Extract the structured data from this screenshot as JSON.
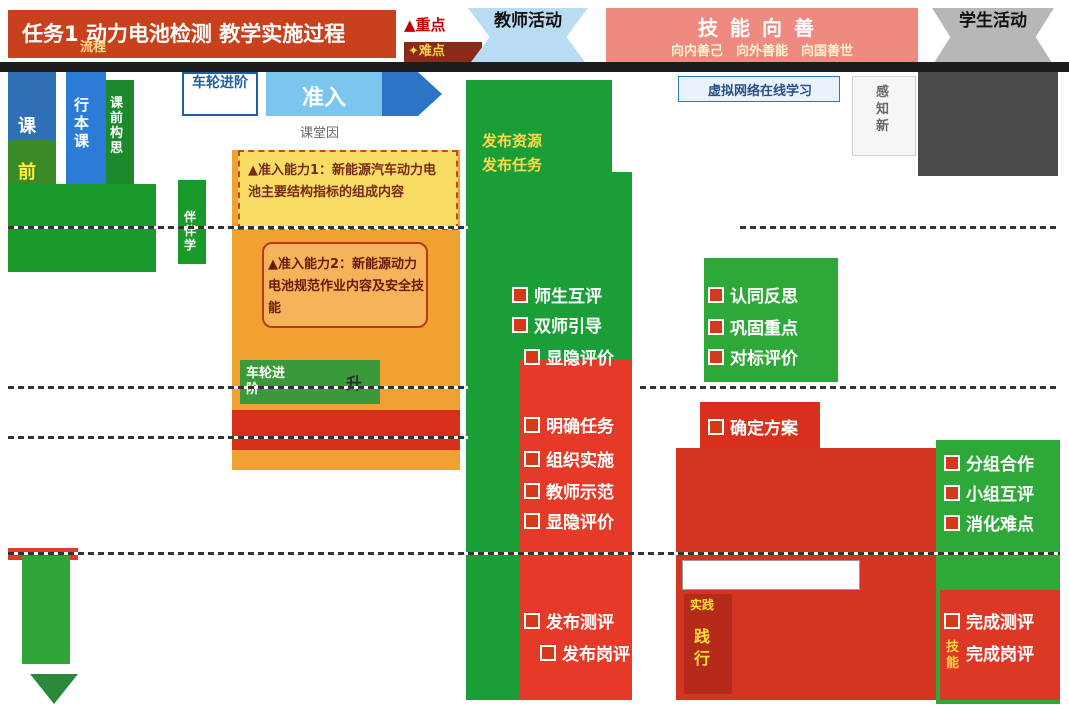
{
  "header": {
    "title": "任务1 动力电池检测 教学实施过程",
    "subtitle": "流程",
    "key_point": "▲重点",
    "difficulty": "✦难点",
    "teacher_activity": "教师活动",
    "skill_title": "技能向善",
    "skill_subtitle": "向内善己　向外善能　向国善世",
    "student_activity": "学生活动"
  },
  "left": {
    "pre_class": "课",
    "pre_class_low": "前",
    "column_a": "行本课",
    "column_b": "课前构思",
    "companion": "伴伴学"
  },
  "stage": {
    "label": "车轮进阶",
    "entry": "准入",
    "sub": "课堂因"
  },
  "abilities": {
    "ability1": "▲准入能力1：新能源汽车动力电池主要结构指标的组成内容",
    "ability2": "▲准入能力2：新能源动力电池规范作业内容及安全技能",
    "upgrade_label": "车轮进阶",
    "upgrade_mark": "升"
  },
  "teacher": {
    "panel_top": "发布资源",
    "panel_top2": "发布任务",
    "items_top": [
      "师生互评",
      "双师引导",
      "显隐评价"
    ],
    "items_mid": [
      "明确任务",
      "组织实施",
      "教师示范",
      "显隐评价"
    ],
    "items_bottom": [
      "发布测评",
      "发布岗评"
    ]
  },
  "skill": {
    "virtual": "虚拟网络在线学习",
    "feel": "感知新",
    "items_top": [
      "认同反思",
      "巩固重点",
      "对标评价"
    ],
    "item_plan": "确定方案",
    "practice_top": "实践",
    "practice": "践行"
  },
  "student": {
    "items": [
      "分组合作",
      "小组互评",
      "消化难点"
    ],
    "items_bottom": [
      "完成测评",
      "完成岗评"
    ],
    "skill_tag": "技能"
  }
}
